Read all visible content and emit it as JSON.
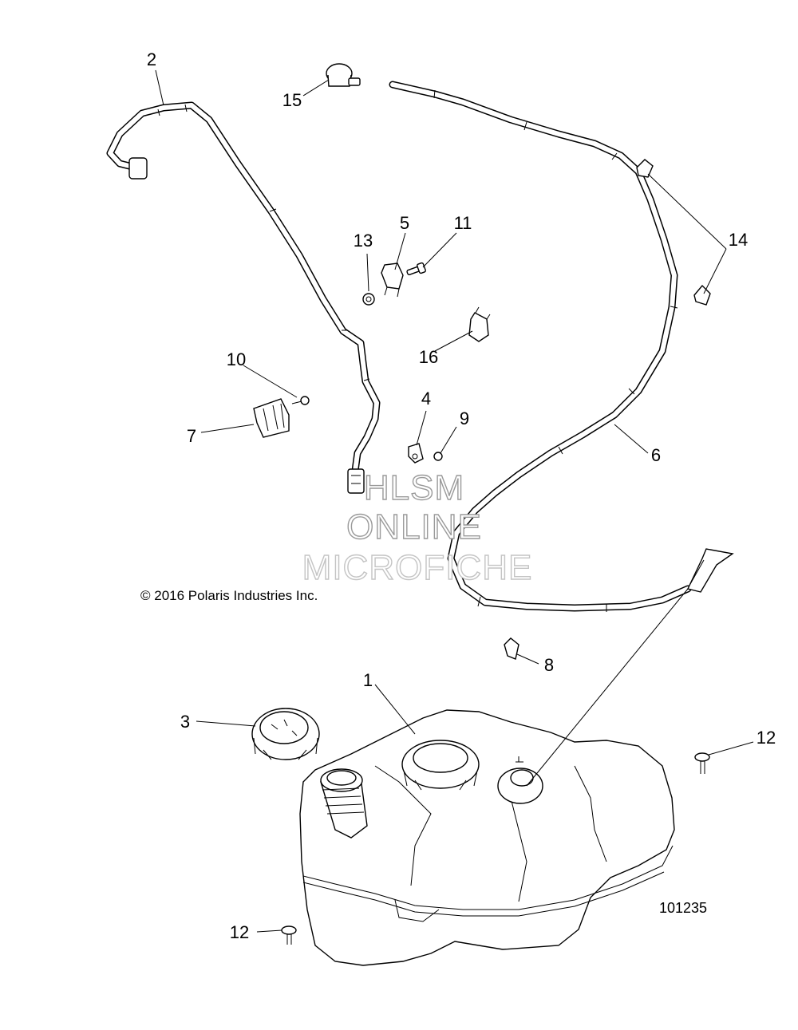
{
  "diagram": {
    "copyright": "© 2016 Polaris Industries Inc.",
    "figure_number": "101235",
    "watermark": [
      "HLSM",
      "ONLINE",
      "MICROFICHE"
    ],
    "callouts": [
      {
        "id": "1",
        "label": "1"
      },
      {
        "id": "2",
        "label": "2"
      },
      {
        "id": "3",
        "label": "3"
      },
      {
        "id": "4",
        "label": "4"
      },
      {
        "id": "5",
        "label": "5"
      },
      {
        "id": "6",
        "label": "6"
      },
      {
        "id": "7",
        "label": "7"
      },
      {
        "id": "8",
        "label": "8"
      },
      {
        "id": "9",
        "label": "9"
      },
      {
        "id": "10",
        "label": "10"
      },
      {
        "id": "11",
        "label": "11"
      },
      {
        "id": "12a",
        "label": "12"
      },
      {
        "id": "12b",
        "label": "12"
      },
      {
        "id": "13",
        "label": "13"
      },
      {
        "id": "14",
        "label": "14"
      },
      {
        "id": "15",
        "label": "15"
      },
      {
        "id": "16",
        "label": "16"
      }
    ]
  }
}
